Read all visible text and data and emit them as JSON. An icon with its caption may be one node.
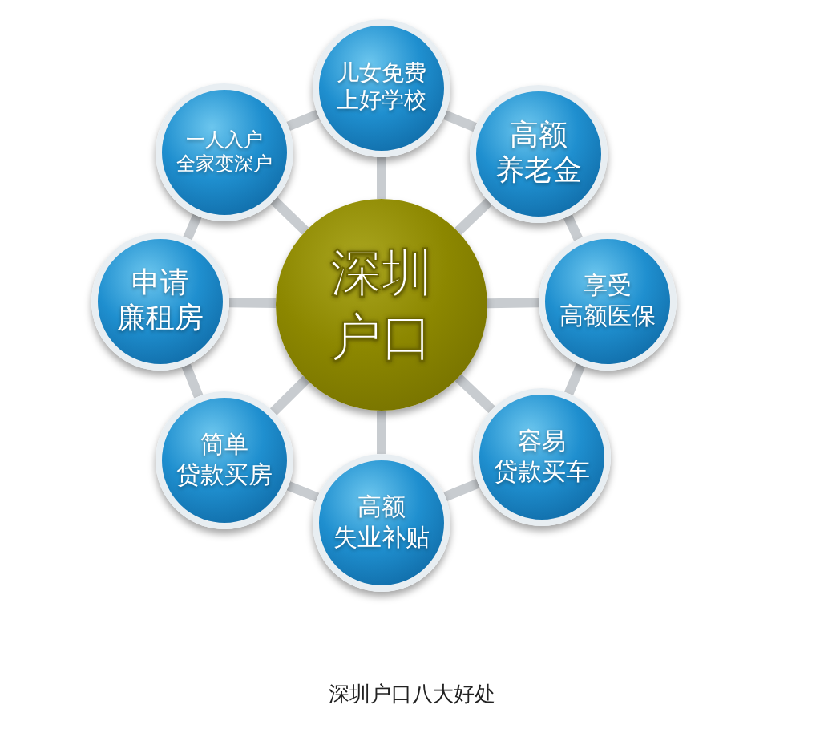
{
  "diagram": {
    "caption": "深圳户口八大好处",
    "nodes": [
      {
        "text": [
          "深圳户口"
        ]
      },
      {
        "text": [
          "儿女免费上好学校"
        ]
      },
      {
        "text": [
          "高额养老金"
        ]
      },
      {
        "text": [
          "享受高额医保"
        ]
      },
      {
        "text": [
          "容易贷款买车"
        ]
      },
      {
        "text": [
          "高额失业补贴"
        ]
      },
      {
        "text": [
          "简单贷款买房"
        ]
      },
      {
        "text": [
          "申请廉租房"
        ]
      },
      {
        "text": [
          "一人入户全家变深户"
        ]
      }
    ],
    "edges": [
      {
        "from": 0,
        "to": 1,
        "arrow": "none"
      },
      {
        "from": 0,
        "to": 2,
        "arrow": "none"
      },
      {
        "from": 0,
        "to": 3,
        "arrow": "none"
      },
      {
        "from": 0,
        "to": 4,
        "arrow": "none"
      },
      {
        "from": 0,
        "to": 5,
        "arrow": "none"
      },
      {
        "from": 0,
        "to": 6,
        "arrow": "none"
      },
      {
        "from": 0,
        "to": 7,
        "arrow": "none"
      },
      {
        "from": 0,
        "to": 8,
        "arrow": "none"
      },
      {
        "from": 1,
        "to": 2,
        "arrow": "none"
      },
      {
        "from": 2,
        "to": 3,
        "arrow": "none"
      },
      {
        "from": 3,
        "to": 4,
        "arrow": "none"
      },
      {
        "from": 4,
        "to": 5,
        "arrow": "none"
      },
      {
        "from": 5,
        "to": 6,
        "arrow": "none"
      },
      {
        "from": 6,
        "to": 7,
        "arrow": "none"
      },
      {
        "from": 7,
        "to": 8,
        "arrow": "none"
      },
      {
        "from": 8,
        "to": 1,
        "arrow": "none"
      }
    ]
  }
}
